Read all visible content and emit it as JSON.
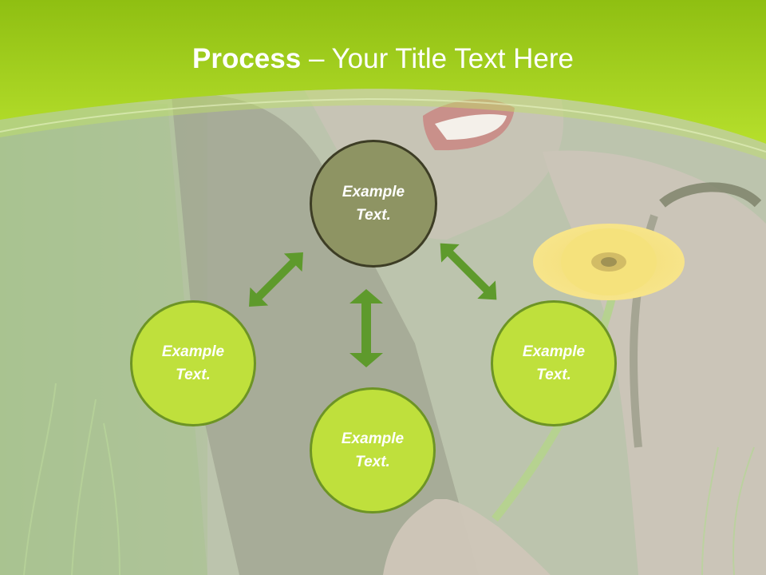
{
  "slide": {
    "title_bold": "Process",
    "title_rest": " – Your Title Text Here",
    "colors": {
      "header_green": "#9cc81b",
      "hub_fill": "#8e9463",
      "hub_border": "#3d3d25",
      "leaf_fill": "#bfe03c",
      "leaf_border": "#6d9425",
      "arrow": "#5e9a2c"
    }
  },
  "diagram": {
    "hub": {
      "label": "Example Text."
    },
    "nodes": [
      {
        "label": "Example Text."
      },
      {
        "label": "Example Text."
      },
      {
        "label": "Example Text."
      }
    ],
    "connectors": [
      "double-arrow-icon",
      "double-arrow-icon",
      "double-arrow-icon"
    ]
  }
}
